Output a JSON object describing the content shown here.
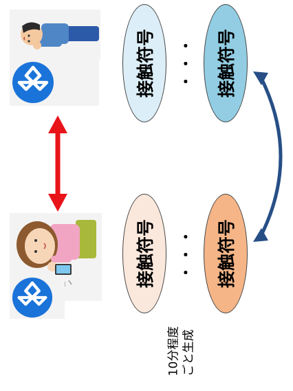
{
  "colors": {
    "top_left_token": "#dceef7",
    "top_right_token": "#92cde3",
    "bottom_left_token": "#fbe8dc",
    "bottom_right_token": "#f5b587",
    "exchange_arrow": "#e8141a",
    "share_arrow": "#274f86",
    "bluetooth": "#1a73d9"
  },
  "tokens": {
    "top_left": "接触符号",
    "top_right": "接触符号",
    "bottom_left": "接触符号",
    "bottom_right": "接触符号"
  },
  "ellipsis": "・・・",
  "note": {
    "line1": "10分程度",
    "line2": "ごと生成"
  },
  "icons": {
    "person_top": "man-with-smartphone-illustration",
    "person_bottom": "woman-with-smartphone-illustration",
    "bluetooth_top": "bluetooth-icon",
    "bluetooth_bottom": "bluetooth-icon"
  }
}
